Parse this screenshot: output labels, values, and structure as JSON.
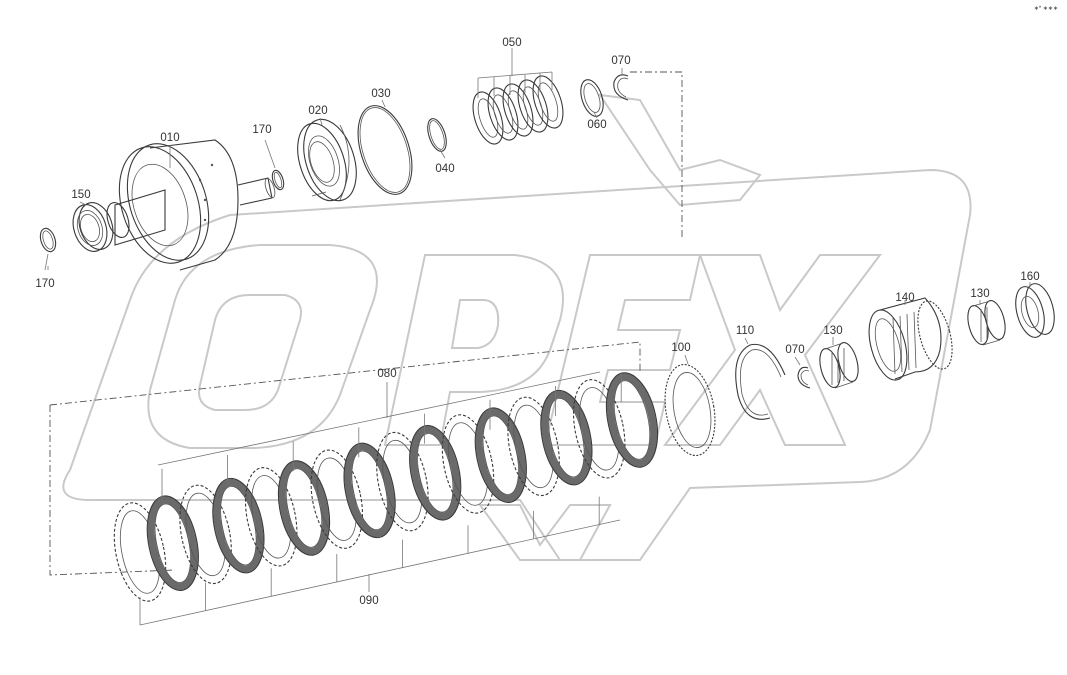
{
  "diagram": {
    "watermark": "OPEX",
    "corner_mark": "∗* ∗∗∗",
    "labels": {
      "p010": "010",
      "p020": "020",
      "p030": "030",
      "p040": "040",
      "p050": "050",
      "p060": "060",
      "p070a": "070",
      "p070b": "070",
      "p080": "080",
      "p090": "090",
      "p100": "100",
      "p110": "110",
      "p130a": "130",
      "p130b": "130",
      "p140": "140",
      "p150": "150",
      "p160": "160",
      "p170a": "170",
      "p170b": "170"
    },
    "colors": {
      "line": "#3a3a3a",
      "watermark": "#c9c9c9",
      "friction": "#6a6a6a"
    }
  }
}
